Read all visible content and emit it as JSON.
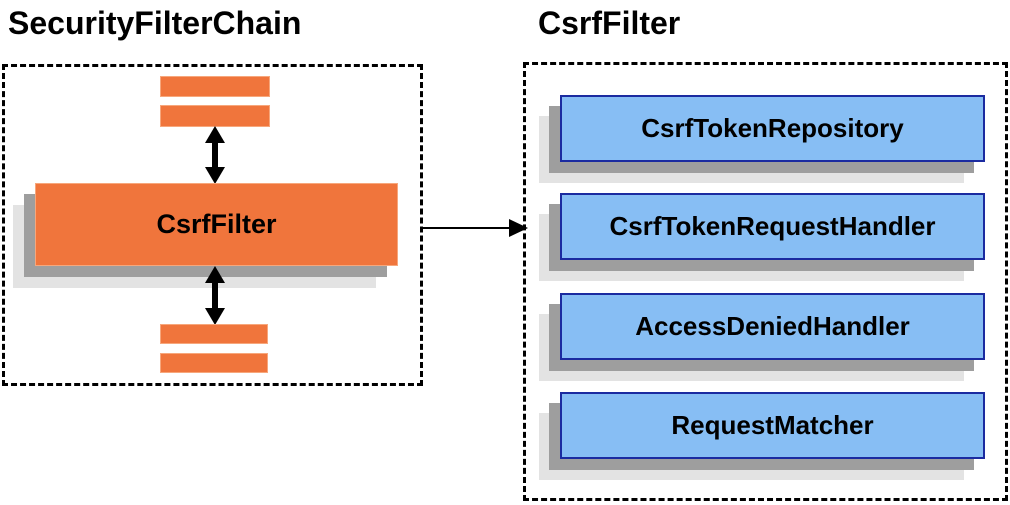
{
  "left_panel": {
    "title": "SecurityFilterChain",
    "csrf_filter_label": "CsrfFilter"
  },
  "right_panel": {
    "title": "CsrfFilter",
    "components": [
      "CsrfTokenRepository",
      "CsrfTokenRequestHandler",
      "AccessDeniedHandler",
      "RequestMatcher"
    ]
  },
  "colors": {
    "orange_fill": "#F0753C",
    "orange_border": "#F7A77C",
    "blue_fill": "#87BEF4",
    "blue_border": "#1B2BA0",
    "shadow_dark": "#9E9E9E",
    "shadow_light": "#E3E3E3",
    "line_and_text": "#000000"
  }
}
